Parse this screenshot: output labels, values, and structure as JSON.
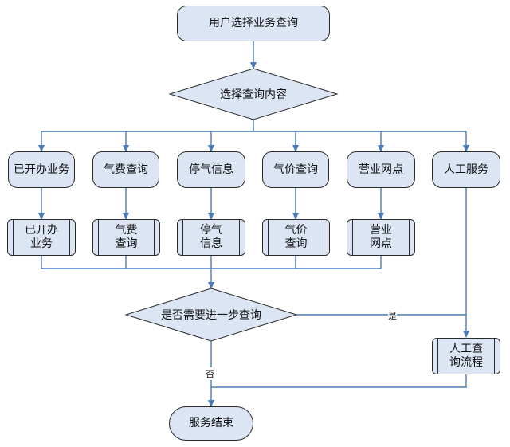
{
  "start": "用户选择业务查询",
  "decision1": "选择查询内容",
  "options": [
    {
      "label": "已开办业务",
      "sub": "已开办\n业务"
    },
    {
      "label": "气费查询",
      "sub": "气费\n查询"
    },
    {
      "label": "停气信息",
      "sub": "停气\n信息"
    },
    {
      "label": "气价查询",
      "sub": "气价\n查询"
    },
    {
      "label": "营业网点",
      "sub": "营业\n网点"
    }
  ],
  "manual": {
    "label": "人工服务",
    "sub": "人工查\n询流程"
  },
  "decision2": "是否需要进一步查询",
  "yes_label": "是",
  "no_label": "否",
  "end": "服务结束",
  "colors": {
    "fill": "#dbe5f4",
    "connector": "#4a7ab8",
    "border": "#2b2b2b"
  }
}
